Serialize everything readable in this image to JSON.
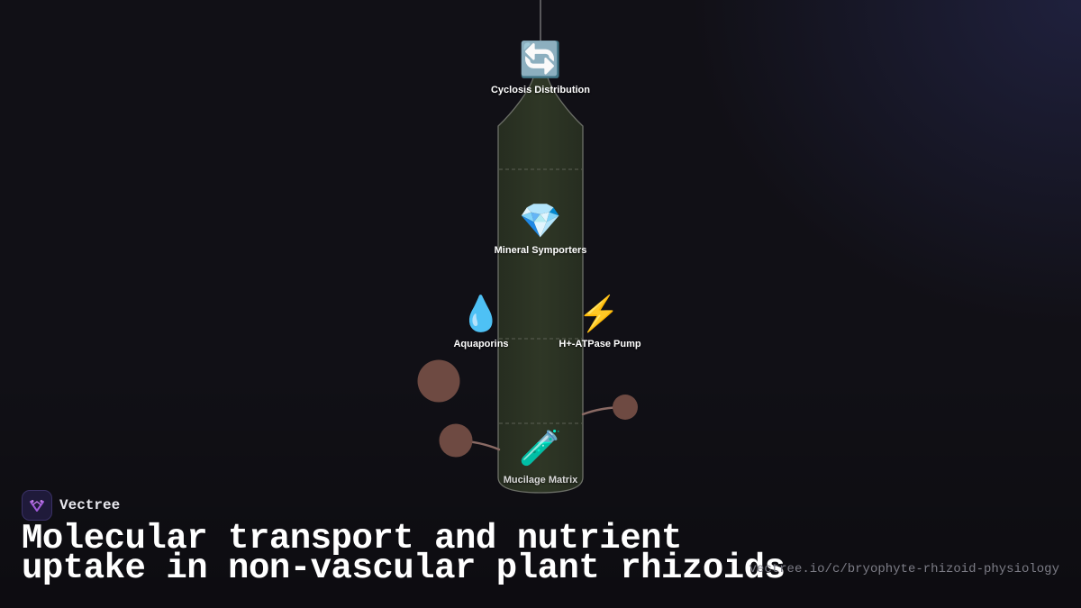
{
  "brand": {
    "name": "Vectree",
    "logo_icon": "vectree-logo-icon",
    "logo_color": "#a05ad8"
  },
  "title": {
    "line1": "Molecular transport and nutrient",
    "line2": "uptake in non-vascular plant rhizoids"
  },
  "url": "vectree.io/c/bryophyte-rhizoid-physiology",
  "diagram": {
    "components": [
      {
        "id": "cyclosis",
        "label": "Cyclosis Distribution",
        "icon": "🔄",
        "icon_name": "arrows-cycle-icon"
      },
      {
        "id": "symporters",
        "label": "Mineral Symporters",
        "icon": "💎",
        "icon_name": "gem-icon"
      },
      {
        "id": "aquaporins",
        "label": "Aquaporins",
        "icon": "💧",
        "icon_name": "water-droplet-icon"
      },
      {
        "id": "atpase",
        "label": "H+-ATPase Pump",
        "icon": "⚡",
        "icon_name": "lightning-icon"
      },
      {
        "id": "mucilage",
        "label": "Mucilage Matrix",
        "icon": "🧪",
        "icon_name": "test-tube-icon"
      }
    ],
    "colors": {
      "rhizoid_fill": "#2c3324",
      "rhizoid_stroke": "#6d7068",
      "soil_particle": "#6e4a42",
      "root_hair": "#8a6a64",
      "background": "#111016"
    }
  }
}
